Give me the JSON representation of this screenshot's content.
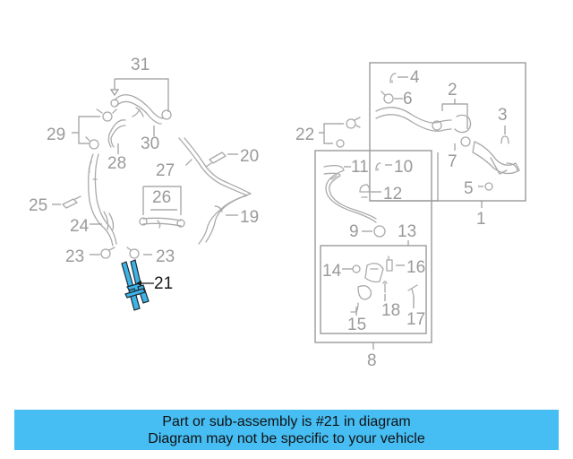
{
  "callouts": {
    "c1": "1",
    "c2": "2",
    "c3": "3",
    "c4": "4",
    "c5": "5",
    "c6": "6",
    "c7": "7",
    "c8": "8",
    "c9": "9",
    "c10": "10",
    "c11": "11",
    "c12": "12",
    "c13": "13",
    "c14": "14",
    "c15": "15",
    "c16": "16",
    "c17": "17",
    "c18": "18",
    "c19": "19",
    "c20": "20",
    "c21": "21",
    "c22": "22",
    "c23a": "23",
    "c23b": "23",
    "c24": "24",
    "c25": "25",
    "c26": "26",
    "c27": "27",
    "c28": "28",
    "c29": "29",
    "c30": "30",
    "c31": "31"
  },
  "highlighted_part": "21",
  "colors": {
    "highlight": "#3cb4e8",
    "banner": "#46bdf3",
    "line": "#a9a9a9"
  },
  "banner": {
    "line1": "Part or sub-assembly is #21 in diagram",
    "line2": "Diagram may not be specific to your vehicle"
  }
}
